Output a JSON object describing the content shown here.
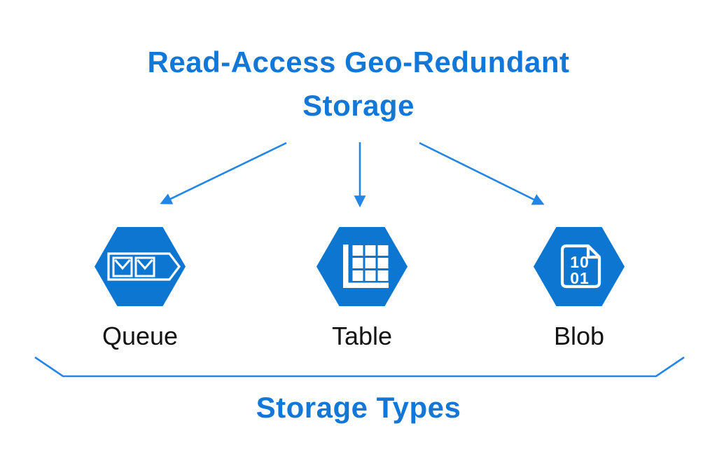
{
  "colors": {
    "accent": "#1377d8",
    "hexagon": "#0d76d1",
    "arrow": "#2186e8",
    "label": "#141414"
  },
  "title": {
    "line1": "Read-Access Geo-Redundant",
    "line2": "Storage"
  },
  "nodes": [
    {
      "label": "Queue",
      "icon": "queue-envelopes-icon"
    },
    {
      "label": "Table",
      "icon": "table-grid-icon"
    },
    {
      "label": "Blob",
      "icon": "blob-binary-document-icon",
      "icon_text": {
        "line1": "10",
        "line2": "01"
      }
    }
  ],
  "footer": {
    "label": "Storage Types"
  }
}
